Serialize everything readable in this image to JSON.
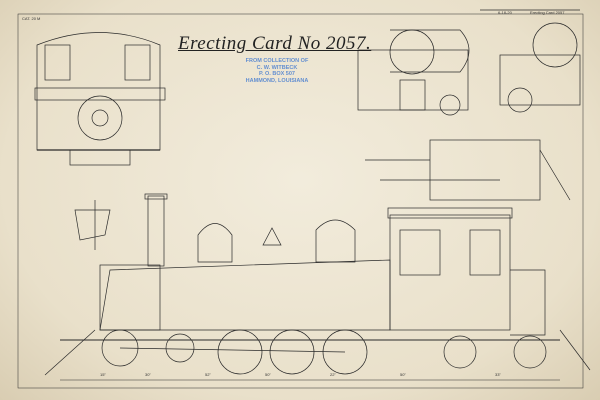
{
  "drawing": {
    "title": "Erecting Card No 2057.",
    "stamp": [
      "FROM COLLECTION OF",
      "C. W. WITBECK",
      "P. O. BOX 507",
      "HAMMOND, LOUISIANA"
    ],
    "top_left_note": "CAT. 20 M",
    "top_right_note": "6-18-20",
    "top_right_label": "Erecting Card 2057",
    "dimensions": [
      "15\"",
      "30\"",
      "52\"",
      "50\"",
      "22\"",
      "50\"",
      "33\""
    ],
    "line_color": "#2a2a2a",
    "stamp_color": "#4a7fd0",
    "paper_color": "#ece4d0"
  }
}
